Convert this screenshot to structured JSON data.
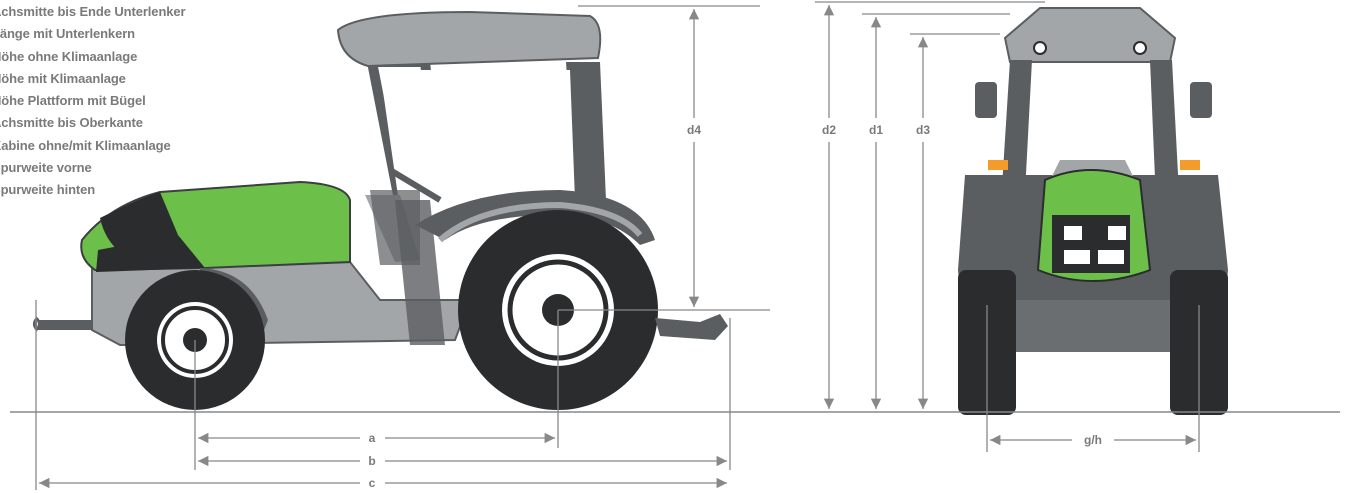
{
  "legend": [
    "Achsmitte bis Ende Unterlenker",
    "Länge mit Unterlenkern",
    "Höhe ohne Klimaanlage",
    "Höhe mit Klimaanlage",
    "Höhe Plattform mit Bügel",
    "Achsmitte bis Oberkante",
    "Kabine ohne/mit Klimaanlage",
    "Spurweite vorne",
    "Spurweite hinten"
  ],
  "dimensions": {
    "a": "a",
    "b": "b",
    "c": "c",
    "d1": "d1",
    "d2": "d2",
    "d3": "d3",
    "d4": "d4",
    "gh": "g/h"
  },
  "colors": {
    "accent_green": "#6cc04a",
    "body_grey": "#a3a6a9",
    "dark_grey": "#5b5e61",
    "line_grey": "#888888",
    "label_grey": "#7a7a7a",
    "indicator_orange": "#f39c2b"
  }
}
